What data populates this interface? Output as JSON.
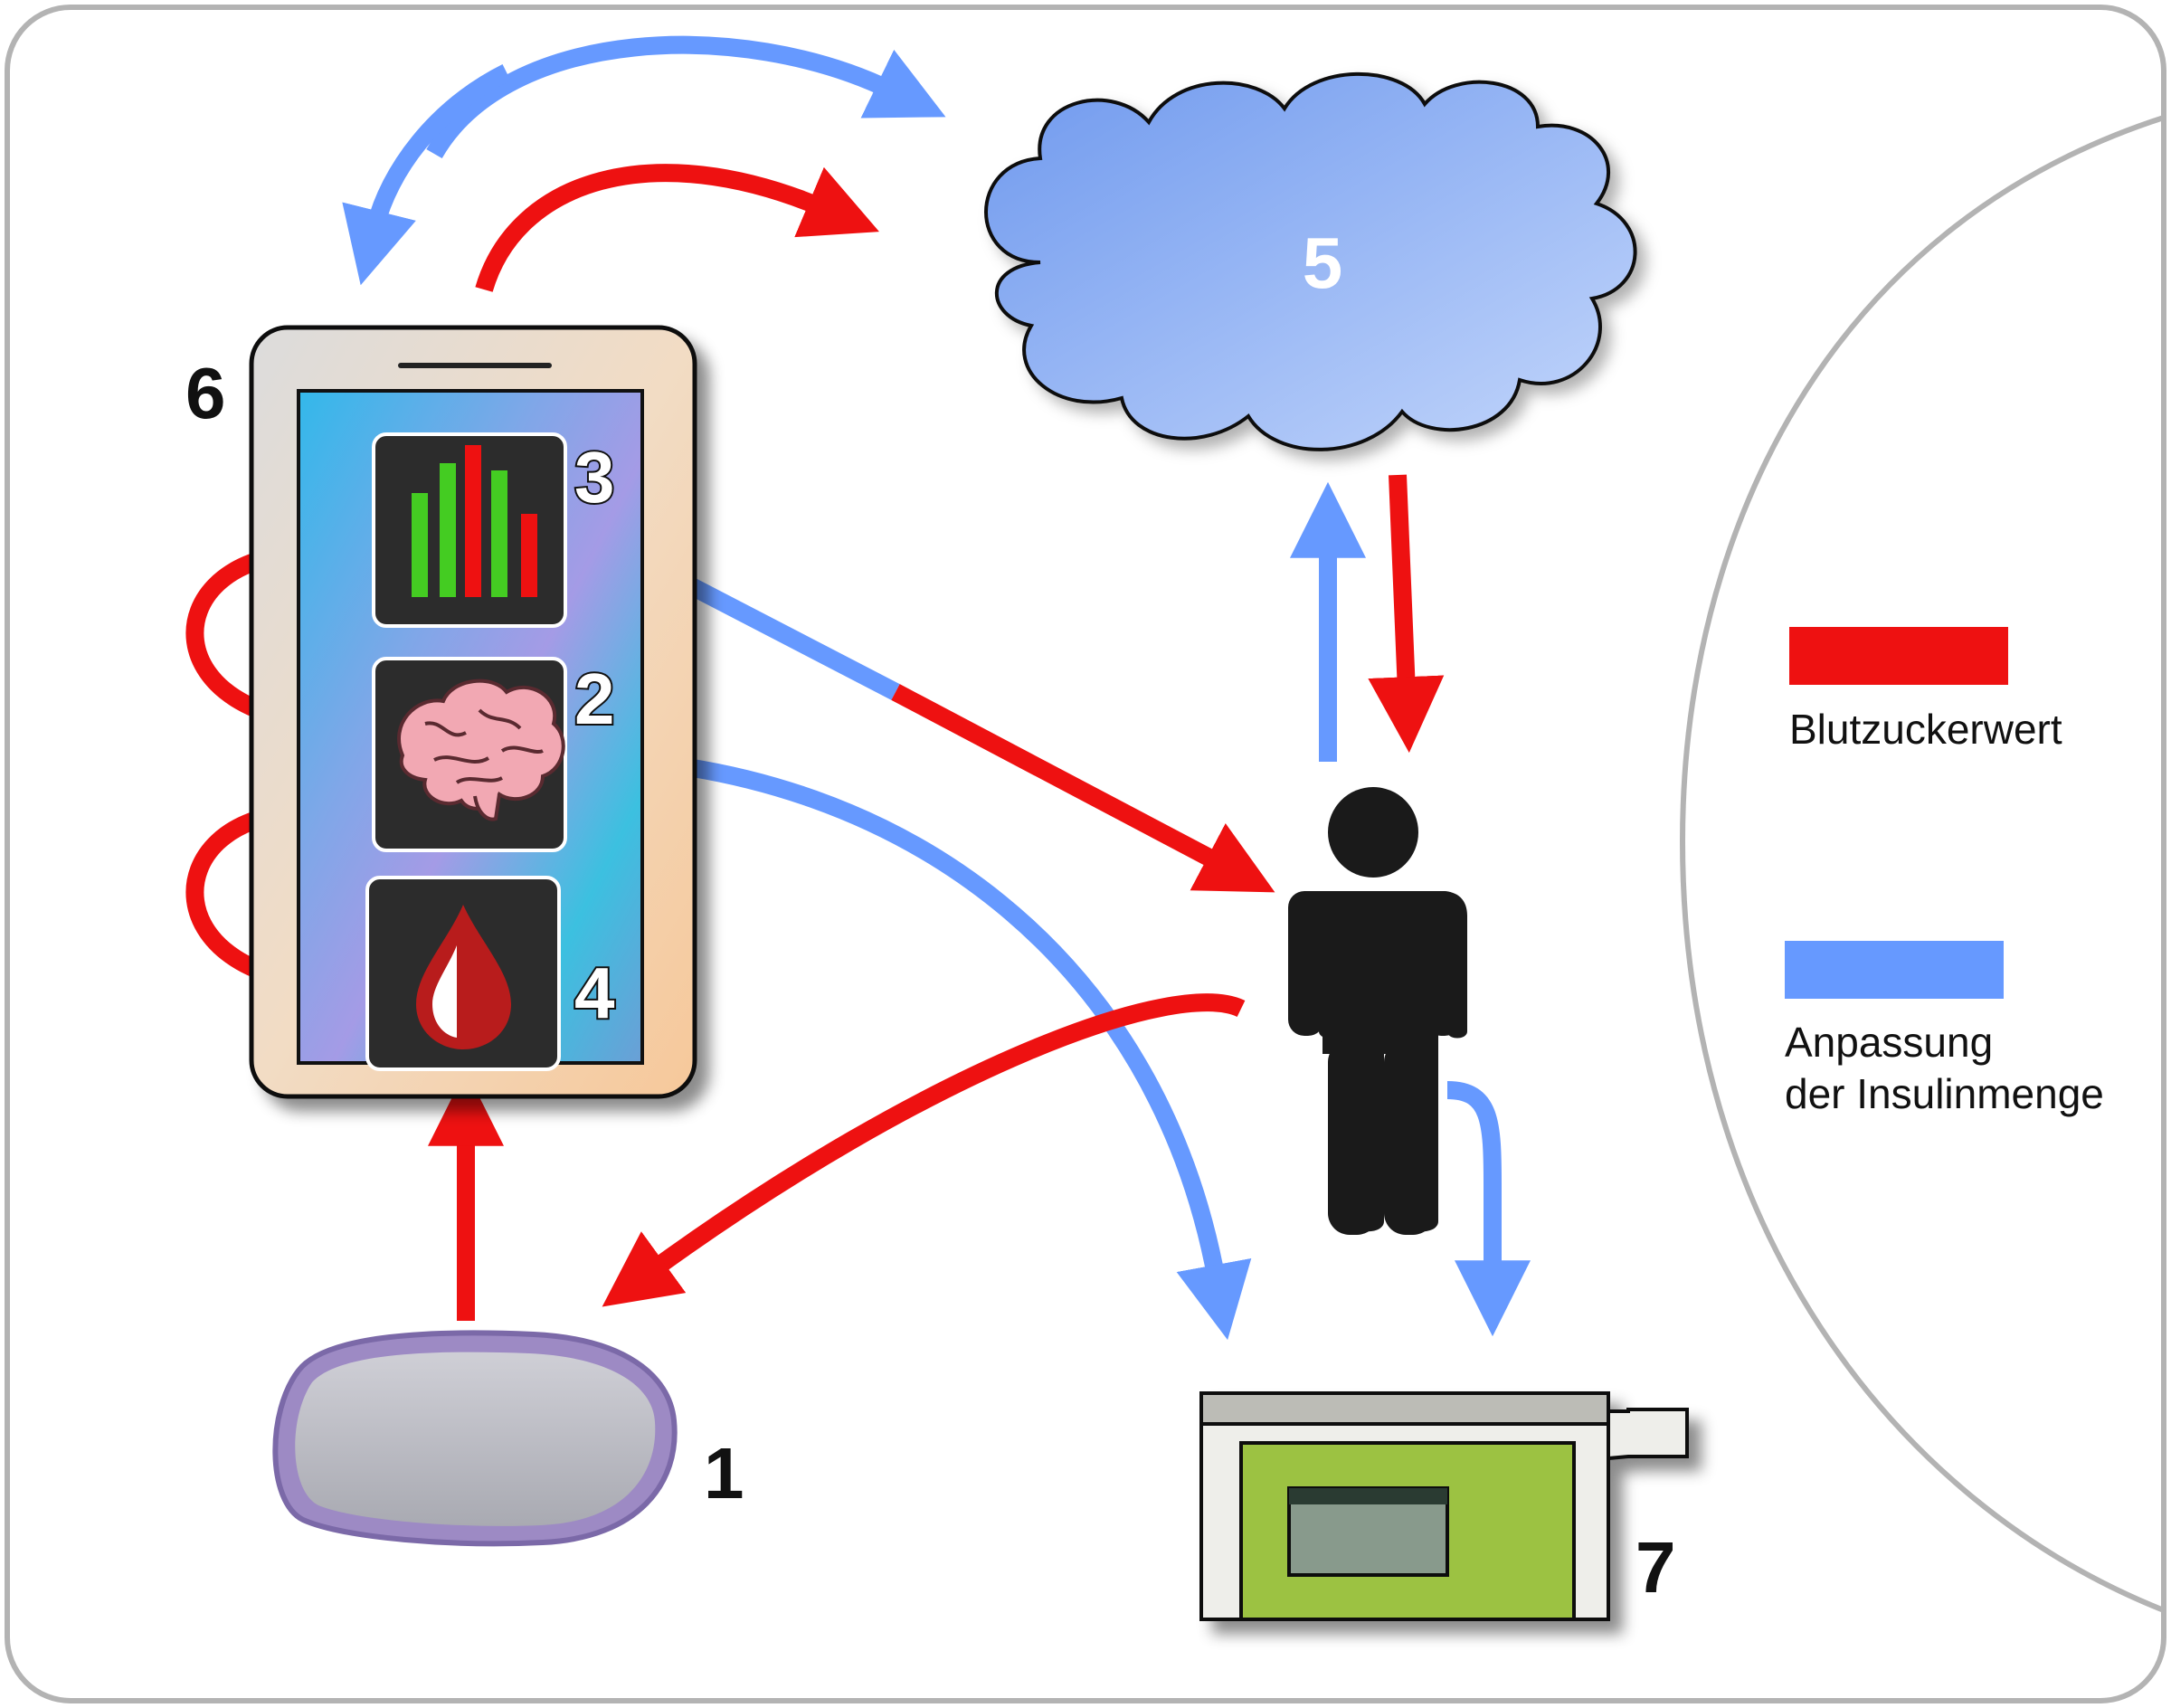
{
  "diagram": {
    "labels": {
      "sensor": "1",
      "algorithm": "2",
      "statistics": "3",
      "blood": "4",
      "cloud": "5",
      "smartphone": "6",
      "pump": "7"
    },
    "legend": {
      "red_label": "Blutzuckerwert",
      "blue_label_line1": "Anpassung",
      "blue_label_line2": "der Insulinmenge"
    },
    "colors": {
      "red": "#ee1111",
      "blue": "#6699ff",
      "cloud_fill": "#8fb2f5",
      "phone_screen": "#3fb6e6",
      "icon_bg": "#2c2c2c",
      "pump_green": "#9cc243",
      "person": "#1a1a1a"
    },
    "icons": [
      "bar-chart-icon",
      "brain-icon",
      "blood-drop-icon",
      "person-icon",
      "cloud-icon",
      "smartphone-icon",
      "insulin-pump-icon",
      "glucose-sensor-icon"
    ]
  }
}
